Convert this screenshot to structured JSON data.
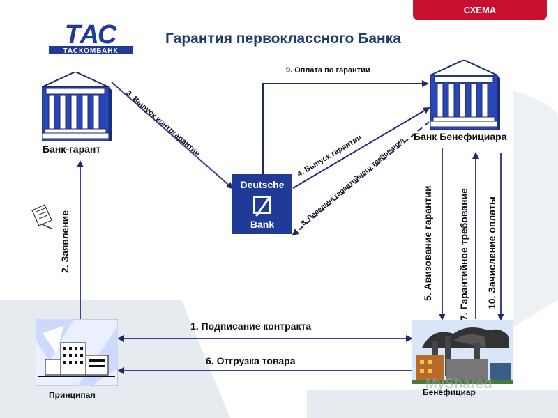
{
  "header": {
    "tab_label": "СХЕМА",
    "title": "Гарантия первоклассного Банка"
  },
  "logo": {
    "text": "ТАС",
    "subtext": "ТАСКОМБАНК"
  },
  "nodes": {
    "guarantor_bank": "Банк-гарант",
    "beneficiary_bank": "Банк Бенефициара",
    "principal": "Принципал",
    "beneficiary": "Бенефициар",
    "intermediary_bank": {
      "line1": "Deutsche",
      "line2": "Bank"
    }
  },
  "steps": {
    "s1": "1. Подписание контракта",
    "s2": "2. Заявление",
    "s3": "3. Выпуск контргарантии",
    "s4": "4. Выпуск гарантии",
    "s5": "5. Авизование гарантии",
    "s6": "6. Отгрузка товара",
    "s7": "7. Гарантийное требование",
    "s8": "8. Передача гарантийного требования",
    "s9": "9. Оплата по гарантии",
    "s10": "10. Зачисление оплаты"
  },
  "watermark": "MyShared",
  "colors": {
    "accent_red": "#c8102e",
    "title_blue": "#1f3a6e",
    "arrow_navy": "#1f2a6e",
    "deutsche_blue": "#1f3b97",
    "building_blue": "#2a47b8"
  }
}
